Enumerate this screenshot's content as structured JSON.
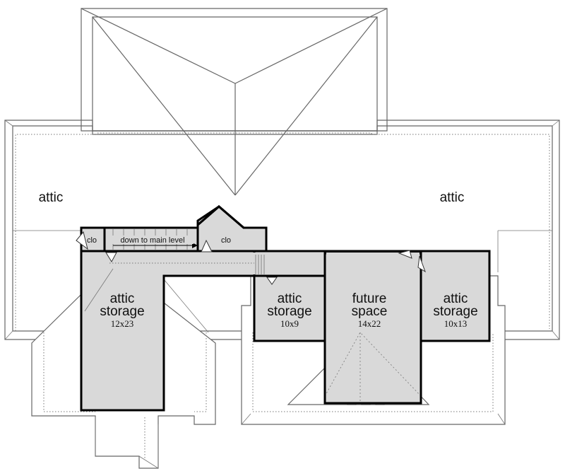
{
  "plan": {
    "attic_left": "attic",
    "attic_right": "attic",
    "closet_left": "clo",
    "closet_right": "clo",
    "stair_label": "down to main level",
    "rooms": [
      {
        "title_1": "attic",
        "title_2": "storage",
        "dims": "12x23"
      },
      {
        "title_1": "attic",
        "title_2": "storage",
        "dims": "10x9"
      },
      {
        "title_1": "future",
        "title_2": "space",
        "dims": "14x22"
      },
      {
        "title_1": "attic",
        "title_2": "storage",
        "dims": "10x13"
      }
    ]
  }
}
